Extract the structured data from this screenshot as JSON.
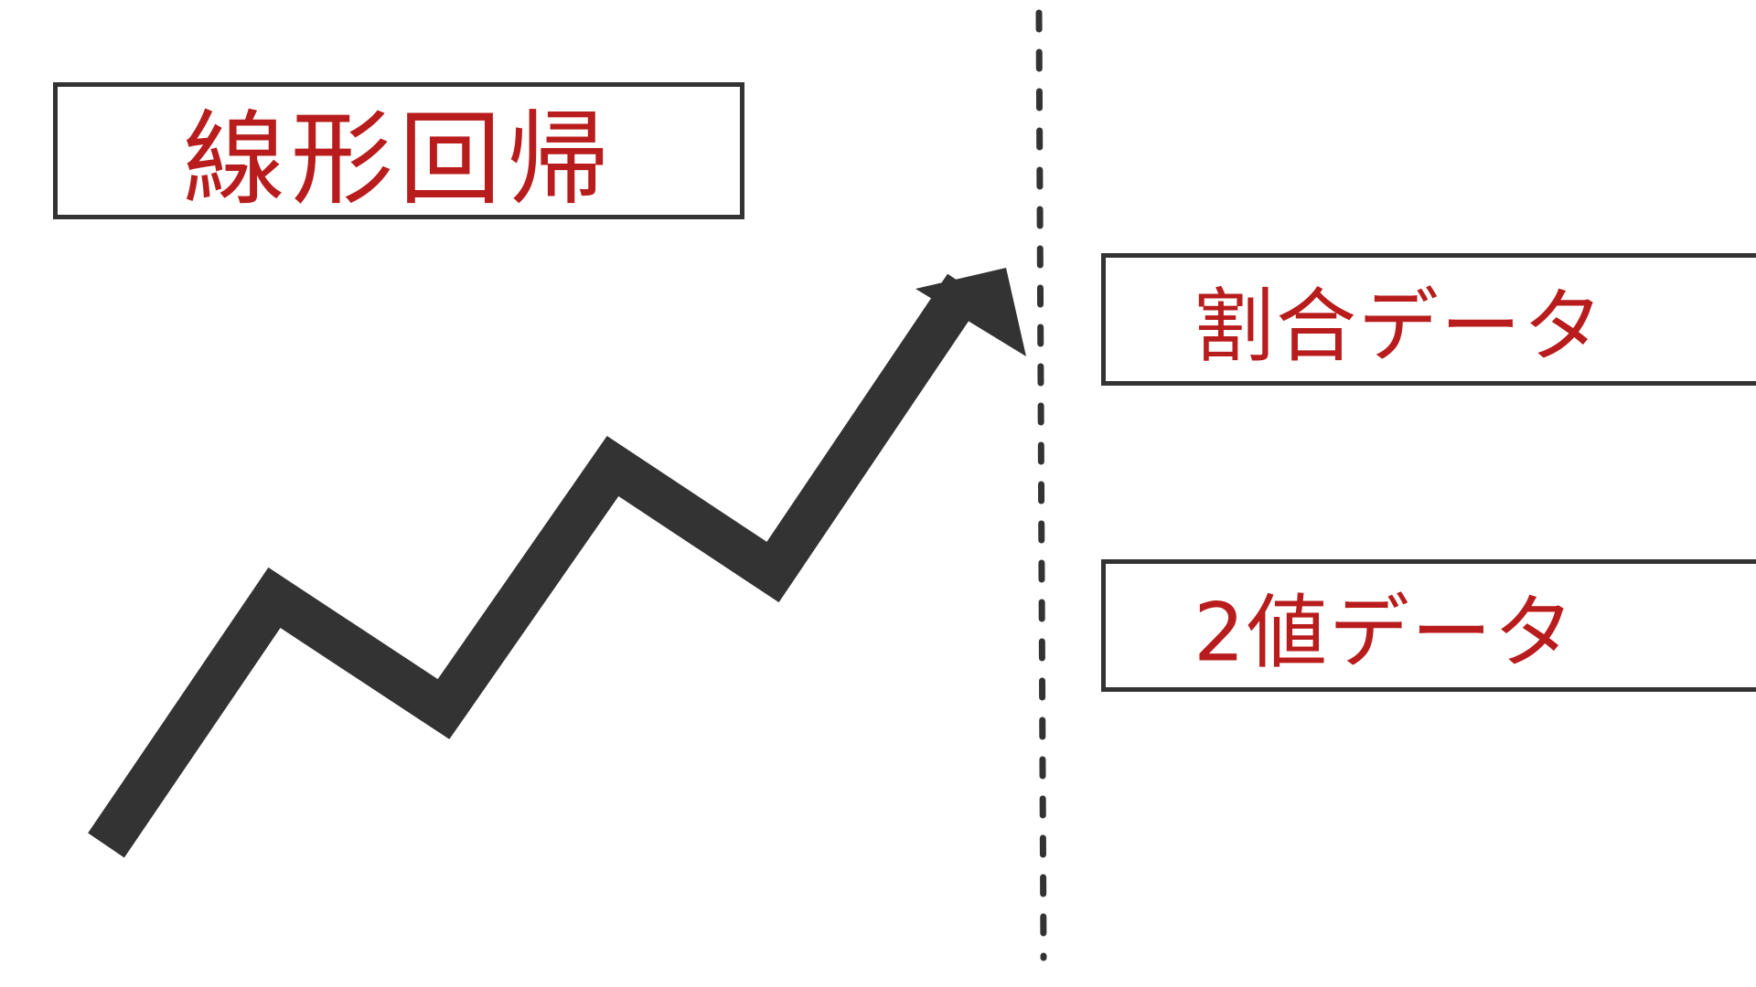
{
  "title_label": "線形回帰",
  "ratio_label": "割合データ",
  "binary_label": "2値データ",
  "colors": {
    "label_text": "#b81c1c",
    "line_and_arrow": "#333333",
    "background": "#ffffff"
  },
  "icons": {
    "trend_arrow": "zigzag-up-arrow-icon",
    "divider": "dashed-vertical-line"
  }
}
